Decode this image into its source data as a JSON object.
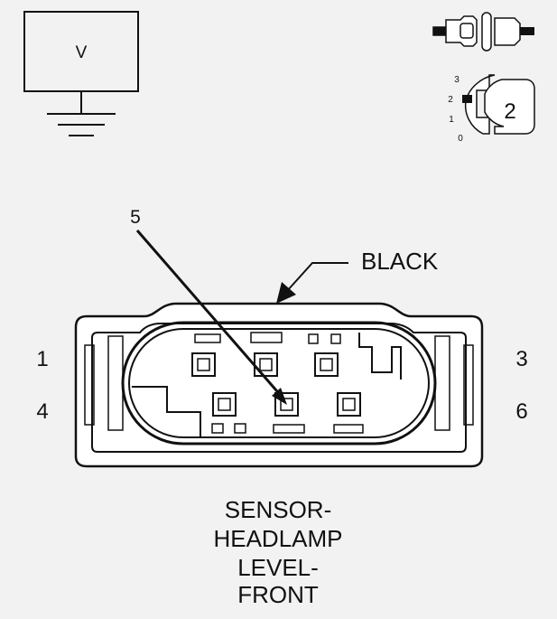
{
  "meter": {
    "label": "V"
  },
  "position_scale": {
    "ticks": [
      "3",
      "2",
      "1",
      "0"
    ],
    "selected_label": "2"
  },
  "callouts": {
    "pin_pointer_label": "5",
    "color_label": "BLACK"
  },
  "pins": {
    "left_top": "1",
    "left_bottom": "4",
    "right_top": "3",
    "right_bottom": "6"
  },
  "title": {
    "lines": [
      "SENSOR-",
      "HEADLAMP",
      "LEVEL-",
      "FRONT"
    ]
  },
  "colors": {
    "background": "#f2f2f2",
    "line": "#111111"
  }
}
